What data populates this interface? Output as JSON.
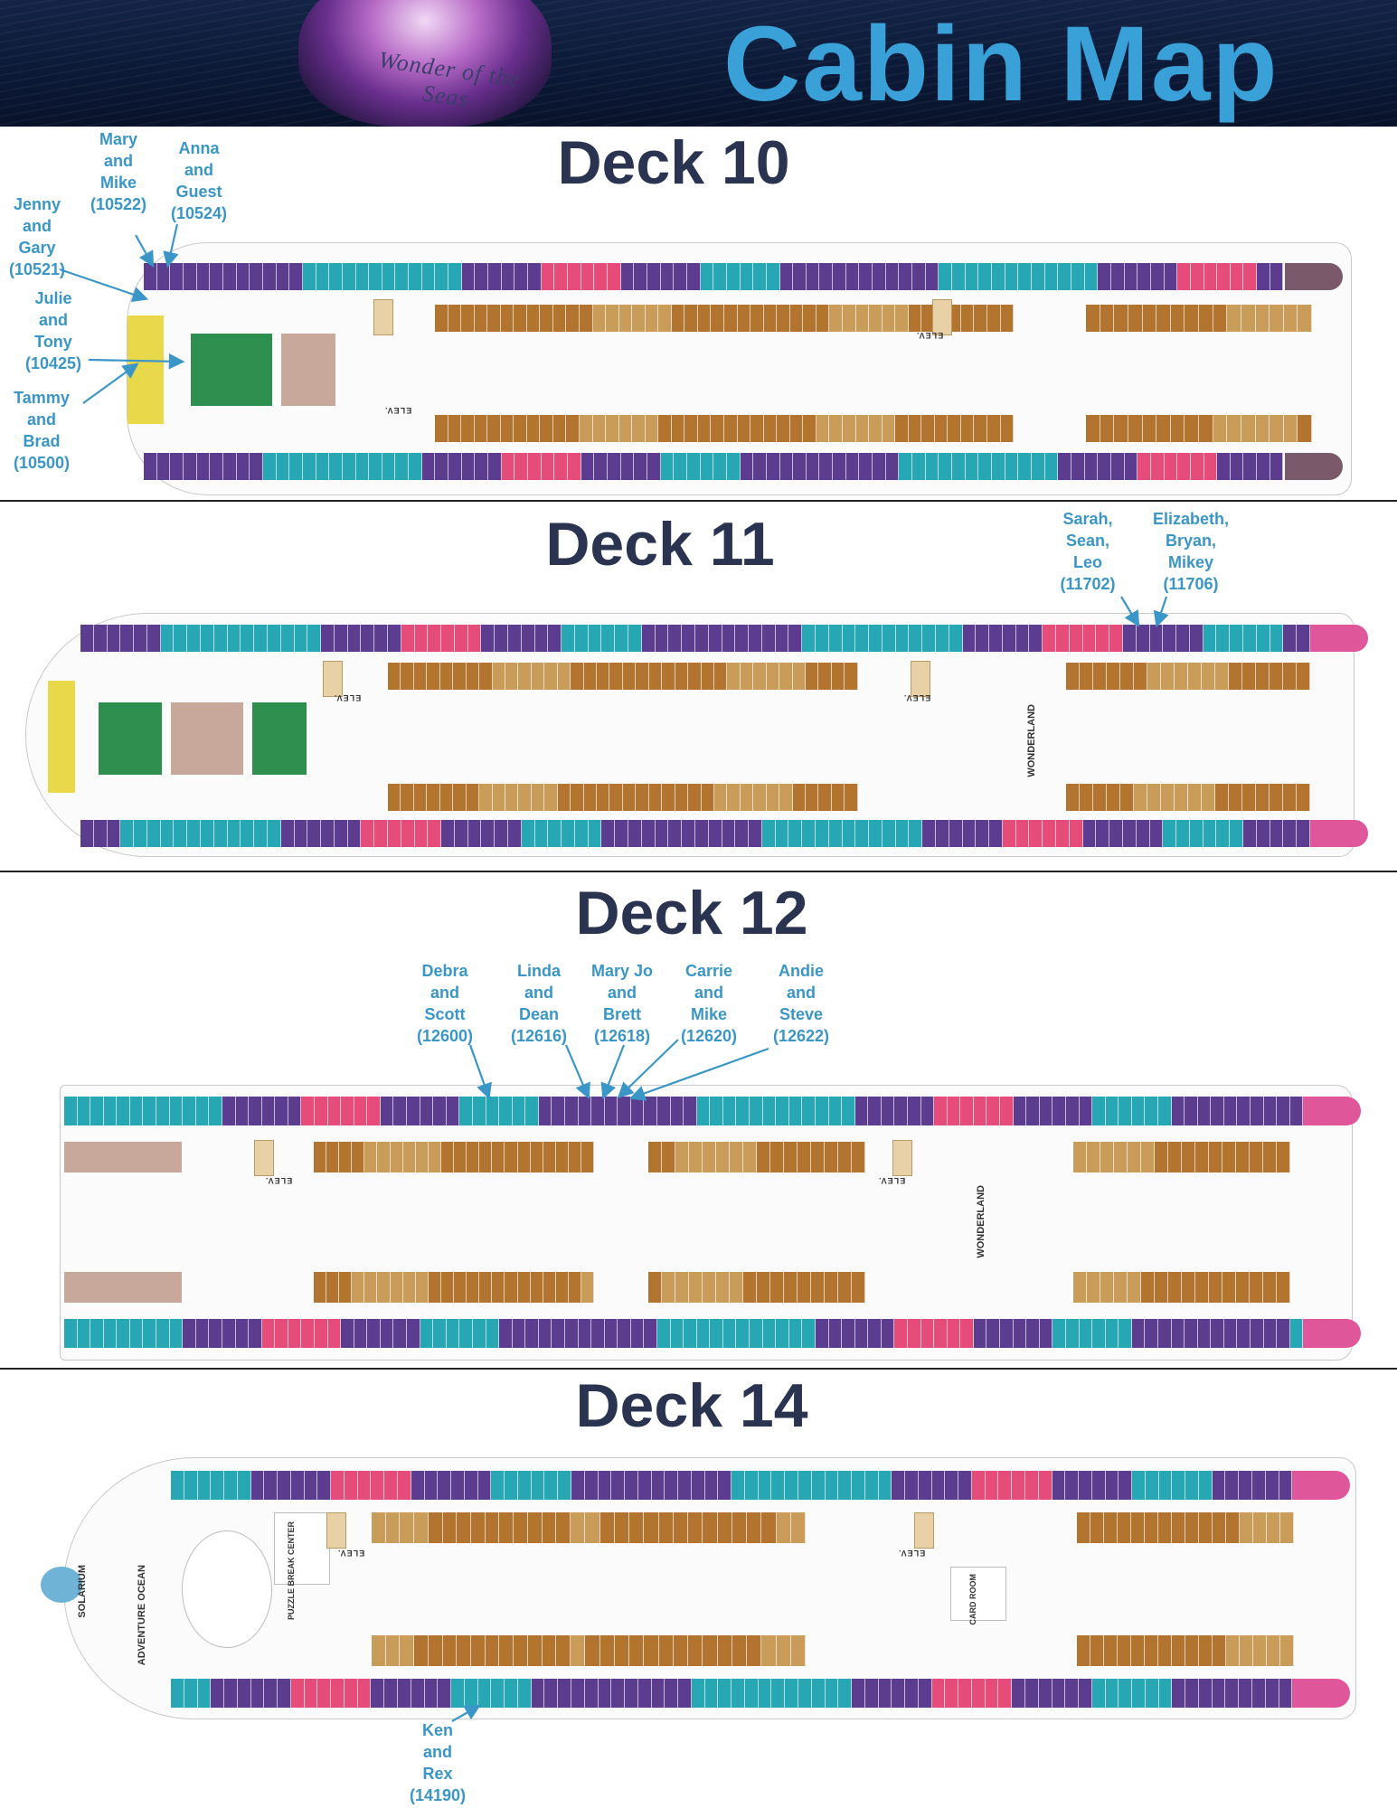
{
  "header": {
    "title": "Cabin Map",
    "ship_name": "Wonder of the Seas"
  },
  "colors": {
    "title": "#3aa0d8",
    "deck_title": "#2a3350",
    "guest_label": "#3a96c6",
    "cabin_purple": "#5b3c8f",
    "cabin_teal": "#27a6b4",
    "cabin_pink": "#e64c7a",
    "cabin_brown": "#b2742e",
    "cabin_tan": "#c99c5a",
    "cabin_green": "#2f8f4e",
    "cabin_yellow": "#e8d84a",
    "cabin_slate": "#6d7f93"
  },
  "decks": [
    {
      "title": "Deck 10",
      "guests": [
        {
          "lines": [
            "Mary",
            "and",
            "Mike"
          ],
          "cabin": "(10522)"
        },
        {
          "lines": [
            "Anna",
            "and",
            "Guest"
          ],
          "cabin": "(10524)"
        },
        {
          "lines": [
            "Jenny",
            "and",
            "Gary"
          ],
          "cabin": "(10521)"
        },
        {
          "lines": [
            "Julie",
            "and",
            "Tony"
          ],
          "cabin": "(10425)"
        },
        {
          "lines": [
            "Tammy",
            "and",
            "Brad"
          ],
          "cabin": "(10500)"
        }
      ],
      "labels": {
        "elev": "ELEV."
      }
    },
    {
      "title": "Deck 11",
      "guests": [
        {
          "lines": [
            "Sarah,",
            "Sean,",
            "Leo"
          ],
          "cabin": "(11702)"
        },
        {
          "lines": [
            "Elizabeth,",
            "Bryan,",
            "Mikey"
          ],
          "cabin": "(11706)"
        }
      ],
      "labels": {
        "elev": "ELEV.",
        "venue": "WONDERLAND"
      }
    },
    {
      "title": "Deck 12",
      "guests": [
        {
          "lines": [
            "Debra",
            "and",
            "Scott"
          ],
          "cabin": "(12600)"
        },
        {
          "lines": [
            "Linda",
            "and",
            "Dean"
          ],
          "cabin": "(12616)"
        },
        {
          "lines": [
            "Mary Jo",
            "and",
            "Brett"
          ],
          "cabin": "(12618)"
        },
        {
          "lines": [
            "Carrie",
            "and",
            "Mike"
          ],
          "cabin": "(12620)"
        },
        {
          "lines": [
            "Andie",
            "and",
            "Steve"
          ],
          "cabin": "(12622)"
        }
      ],
      "labels": {
        "elev": "ELEV.",
        "venue": "WONDERLAND"
      }
    },
    {
      "title": "Deck 14",
      "guests": [
        {
          "lines": [
            "Ken",
            "and",
            "Rex"
          ],
          "cabin": "(14190)"
        }
      ],
      "labels": {
        "elev": "ELEV.",
        "solarium": "SOLARIUM",
        "adventure_ocean": "ADVENTURE OCEAN",
        "puzzle_break": "PUZZLE BREAK CENTER",
        "card_room": "CARD ROOM"
      }
    }
  ]
}
